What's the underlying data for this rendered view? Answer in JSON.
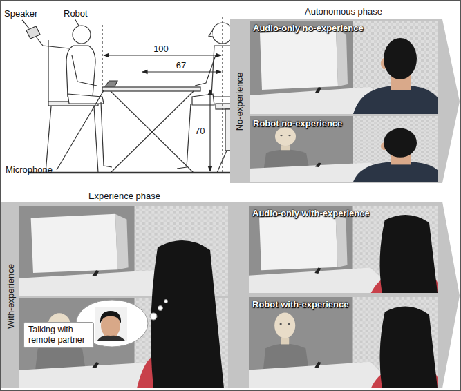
{
  "diagram": {
    "nodes": [
      {
        "text": [
          "No-experience"
        ]
      },
      {
        "text": [
          "Audio-only no-experience"
        ]
      },
      {
        "text": [
          "Robot no-experience"
        ]
      },
      {
        "text": [
          "With-experience"
        ]
      },
      {
        "text": [
          "Talking with remote partner"
        ]
      },
      {
        "text": [
          "Audio-only with-experience"
        ]
      },
      {
        "text": [
          "Robot with-experience"
        ]
      }
    ],
    "labels": [
      "Speaker",
      "Robot",
      "Microphone",
      "100",
      "67",
      "70",
      "Autonomous phase",
      "Experience phase"
    ]
  }
}
